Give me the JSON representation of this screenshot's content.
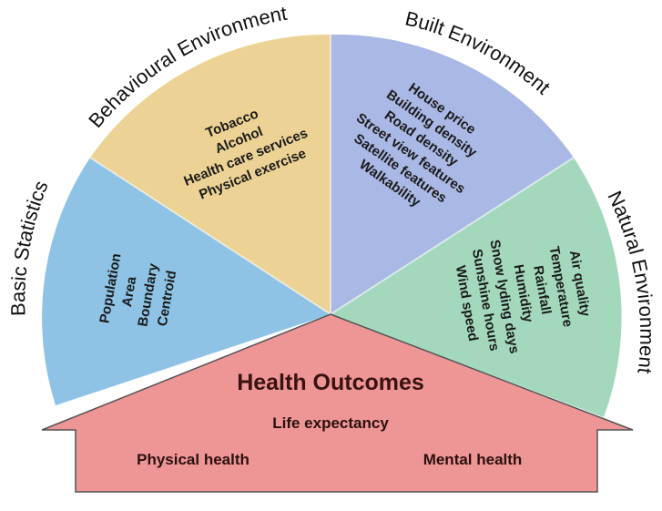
{
  "colors": {
    "basic": "#8ec3e6",
    "behavioural": "#ecd294",
    "built": "#a9b8e4",
    "natural": "#a3d8bd",
    "health": "#ee9595"
  },
  "sectors": [
    {
      "id": "basic",
      "title": "Basic Statistics",
      "items": [
        "Population",
        "Area",
        "Boundary",
        "Centroid"
      ]
    },
    {
      "id": "behavioural",
      "title": "Behavioural Environment",
      "items": [
        "Tobacco",
        "Alcohol",
        "Health care services",
        "Physical exercise"
      ]
    },
    {
      "id": "built",
      "title": "Built Environment",
      "items": [
        "House price",
        "Building density",
        "Road density",
        "Street view features",
        "Satellite features",
        "Walkability"
      ]
    },
    {
      "id": "natural",
      "title": "Natural Environment",
      "items": [
        "Air quality",
        "Temperature",
        "Rainfall",
        "Humidity",
        "Snow lyding days",
        "Sunshine hours",
        "Wind speed"
      ]
    }
  ],
  "health": {
    "title": "Health Outcomes",
    "life": "Life expectancy",
    "physical": "Physical health",
    "mental": "Mental health"
  }
}
